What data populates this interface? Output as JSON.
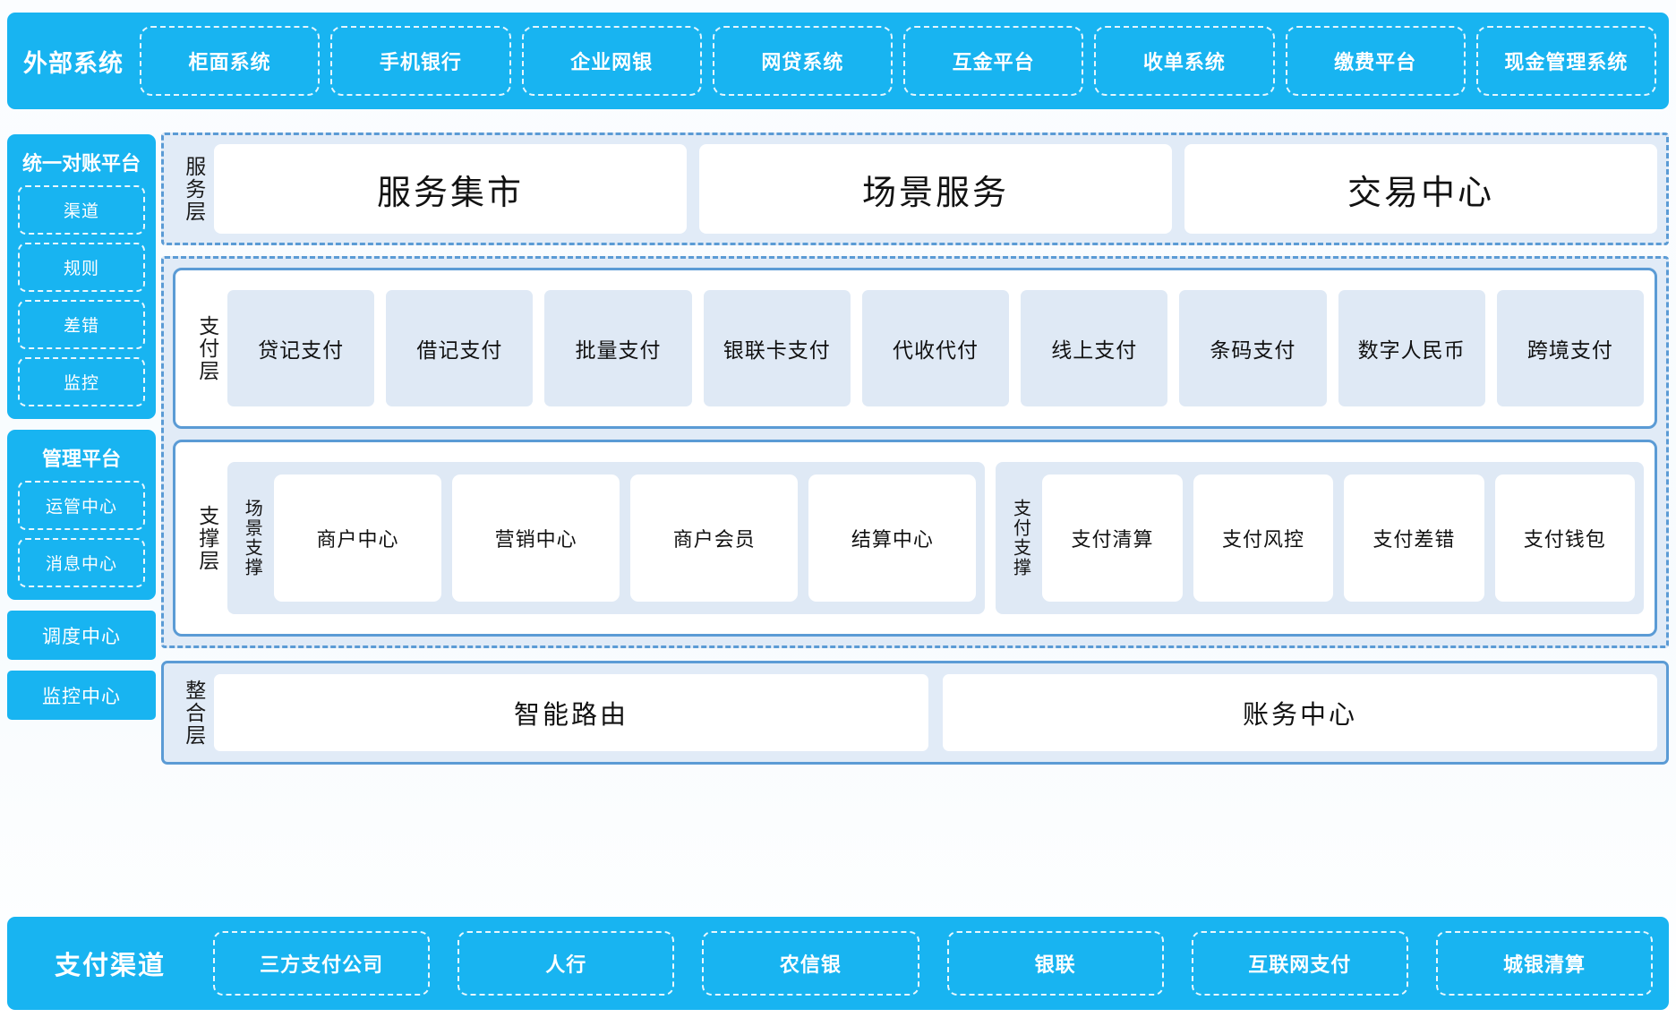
{
  "theme": {
    "brand_blue": "#18b4f1",
    "layer_border_blue": "#5b9bd5",
    "layer_fill_blue": "#e1ebf7",
    "card_fill_blue": "#dfe9f5",
    "card_white": "#ffffff"
  },
  "external_systems": {
    "title": "外部系统",
    "items": [
      "柜面系统",
      "手机银行",
      "企业网银",
      "网贷系统",
      "互金平台",
      "收单系统",
      "缴费平台",
      "现金管理系统"
    ]
  },
  "sidebar": {
    "reconciliation_platform": {
      "title": "统一对账平台",
      "items": [
        "渠道",
        "规则",
        "差错",
        "监控"
      ]
    },
    "management_platform": {
      "title": "管理平台",
      "items": [
        "运管中心",
        "消息中心"
      ]
    },
    "standalone": [
      "调度中心",
      "监控中心"
    ]
  },
  "service_layer": {
    "label": "服务层",
    "cards": [
      "服务集市",
      "场景服务",
      "交易中心"
    ]
  },
  "payment_layer": {
    "label": "支付层",
    "cards": [
      "贷记支付",
      "借记支付",
      "批量支付",
      "银联卡支付",
      "代收代付",
      "线上支付",
      "条码支付",
      "数字人民币",
      "跨境支付"
    ]
  },
  "support_layer": {
    "label": "支撑层",
    "groups": [
      {
        "label": "场景支撑",
        "cards": [
          "商户中心",
          "营销中心",
          "商户会员",
          "结算中心"
        ]
      },
      {
        "label": "支付支撑",
        "cards": [
          "支付清算",
          "支付风控",
          "支付差错",
          "支付钱包"
        ]
      }
    ]
  },
  "integration_layer": {
    "label": "整合层",
    "cards": [
      "智能路由",
      "账务中心"
    ]
  },
  "payment_channels": {
    "title": "支付渠道",
    "items": [
      "三方支付公司",
      "人行",
      "农信银",
      "银联",
      "互联网支付",
      "城银清算"
    ]
  }
}
